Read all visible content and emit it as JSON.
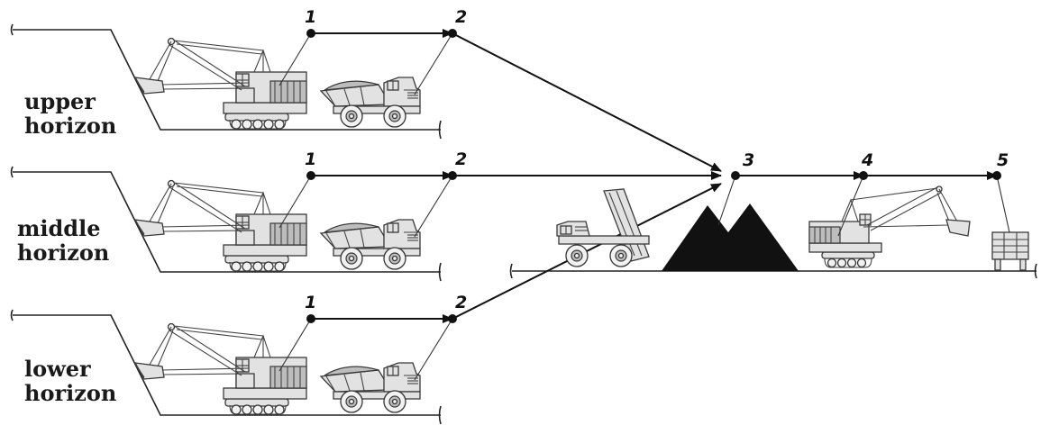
{
  "horizons": [
    {
      "label_line1": "upper",
      "label_line2": "horizon"
    },
    {
      "label_line1": "middle",
      "label_line2": "horizon"
    },
    {
      "label_line1": "lower",
      "label_line2": "horizon"
    }
  ],
  "markers": {
    "excavator": "1",
    "truck": "2",
    "stockpile": "3",
    "loader": "4",
    "storage": "5"
  },
  "icons": [
    "excavator-icon",
    "dump-truck-icon",
    "stockpile-icon",
    "storage-bin-icon"
  ]
}
